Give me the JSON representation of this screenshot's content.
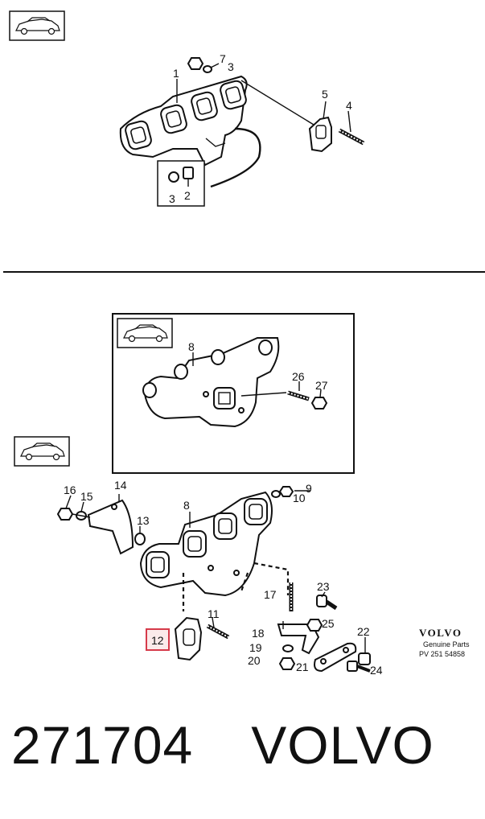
{
  "diagram": {
    "top_section": {
      "callouts": [
        "1",
        "2",
        "3",
        "3",
        "4",
        "5",
        "7"
      ]
    },
    "bottom_section": {
      "inset_callouts": [
        "8",
        "26",
        "27"
      ],
      "callouts": [
        "8",
        "9",
        "10",
        "11",
        "12",
        "13",
        "14",
        "15",
        "16",
        "17",
        "18",
        "19",
        "20",
        "21",
        "22",
        "23",
        "24",
        "25"
      ],
      "highlighted_callout": "12"
    },
    "brand_block": {
      "logo_text": "VOLVO",
      "line1": "Genuine Parts",
      "line2": "PV 251 54858"
    }
  },
  "caption": {
    "part_number": "271704",
    "brand": "VOLVO"
  },
  "icons": [
    "car-thumbnail-icon",
    "car-thumbnail-icon",
    "car-thumbnail-icon"
  ]
}
